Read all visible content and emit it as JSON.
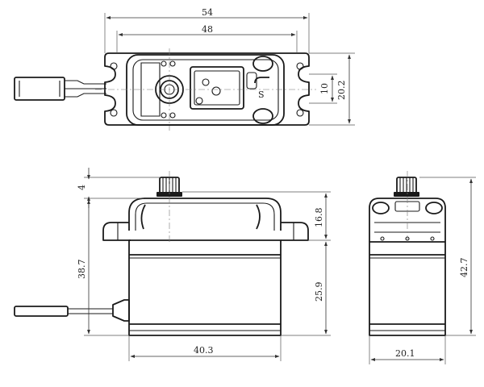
{
  "top_view": {
    "overall_width": "54",
    "hole_spacing": "48",
    "mount_tab_spacing": "10",
    "overall_depth": "20.2",
    "logo_letter": "S"
  },
  "front_view": {
    "horn_height": "4",
    "ear_to_top": "16.8",
    "ear_to_bottom": "25.9",
    "total_height": "38.7",
    "body_length": "40.3"
  },
  "side_view": {
    "total_height": "42.7",
    "body_width": "20.1"
  }
}
